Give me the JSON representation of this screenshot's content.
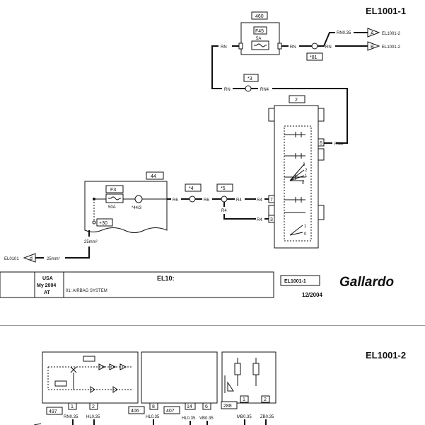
{
  "sheet1": {
    "page_id": "EL1001-1",
    "upper_fuse": {
      "ref": "460",
      "name": "F45",
      "rating": "5A"
    },
    "wire_rn": "RN",
    "wire_rn035": "RN0.35",
    "wire_rn4": "RN4",
    "wire_r6": "R6",
    "wire_r4": "R4",
    "splice_81": "*81",
    "splice_3": "*3",
    "splice_4": "*4",
    "splice_5": "*5",
    "out_a": {
      "letter": "A",
      "target": "EL1001-2"
    },
    "out_b": {
      "letter": "B",
      "target": "EL1001-2"
    },
    "switch_ref": "2",
    "switch_pins": {
      "p6": "6",
      "p7": "7",
      "p3": "3"
    },
    "switch_positions_upper": {
      "a": "3",
      "b": "2",
      "c": "1",
      "d": "0"
    },
    "switch_positions_lower": {
      "a": "1",
      "b": "0"
    },
    "lower_fuse": {
      "ref": "44",
      "name": "F3",
      "rating": "50A",
      "node": "*44/3",
      "terminal": "+30"
    },
    "ground_wire": "25mm²",
    "ground_ref": "EL0101",
    "ground_letter": "d",
    "ground_wire2": "25mm²"
  },
  "title_block": {
    "market": "USA",
    "model_year": "My 2004",
    "trans": "AT",
    "code": "EL10:",
    "system": "01: AIRBAG SYSTEM",
    "page": "EL1001-1",
    "date": "12/2004",
    "brand": "Gallardo"
  },
  "sheet2": {
    "page_id": "EL1001-2",
    "ref_497": "497",
    "ref_406": "406",
    "ref_407": "407",
    "ref_288": "288",
    "pins": [
      "1",
      "2",
      "8",
      "14",
      "6",
      "1",
      "2"
    ],
    "wires": [
      "RN0.35",
      "HL0.35",
      "HL0.35",
      "HL0.35",
      "VB0.35",
      "MB0.35",
      "ZB0.35"
    ]
  }
}
